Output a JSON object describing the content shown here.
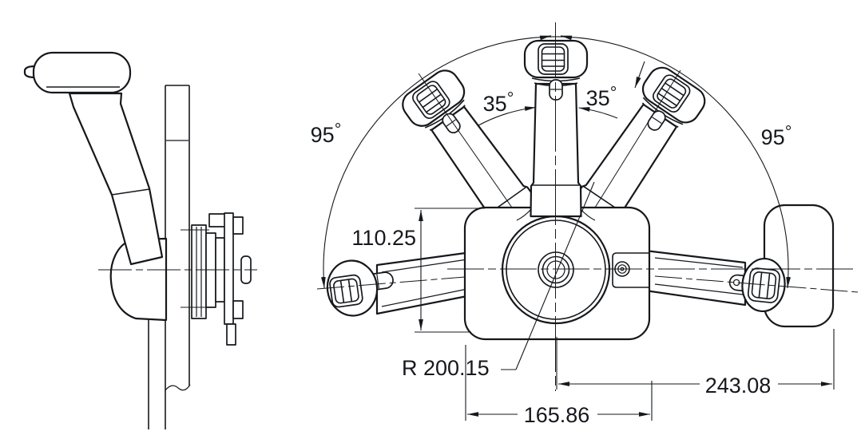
{
  "drawing": {
    "kind": "engineering dimension drawing, two views of a single-lever remote control",
    "ink_color": "#16181c",
    "background_color": "#ffffff",
    "angles": {
      "left_sweep": {
        "value": "95",
        "unit": "°"
      },
      "left_tilt": {
        "value": "35",
        "unit": "°"
      },
      "right_tilt": {
        "value": "35",
        "unit": "°"
      },
      "right_sweep": {
        "value": "95",
        "unit": "°"
      }
    },
    "dims": {
      "body_height": "110.25",
      "lever_radius": "R 200.15",
      "body_width": "165.86",
      "handle_span": "243.08"
    }
  }
}
